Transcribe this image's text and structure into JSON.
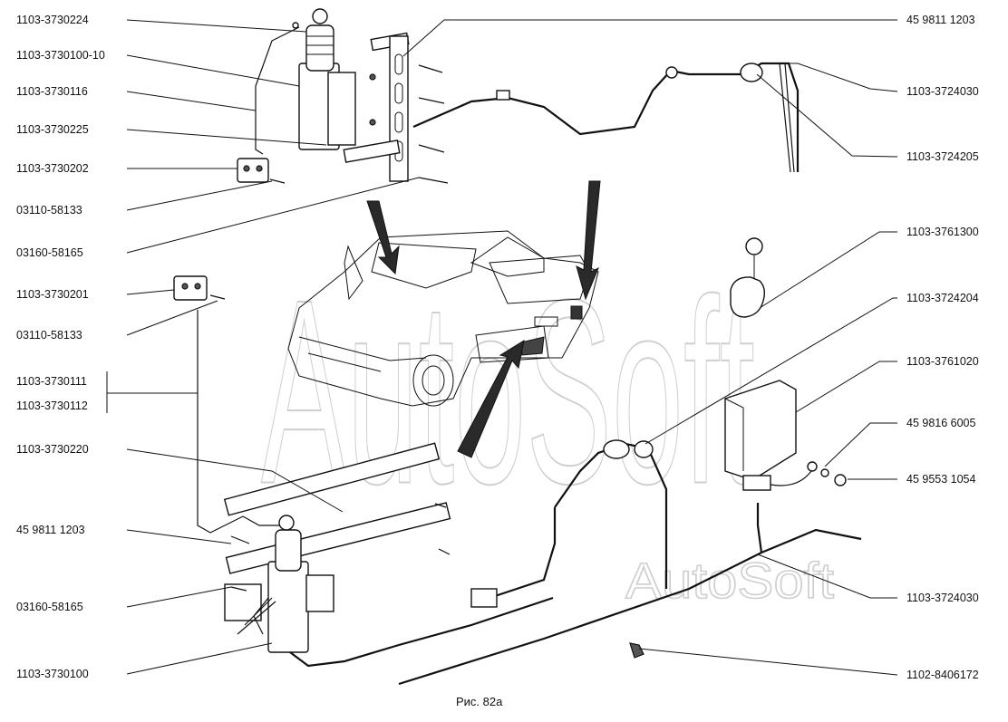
{
  "watermark": {
    "large": "AutoSoft",
    "small": "AutoSoft"
  },
  "caption": "Рис. 82а",
  "labels_left": [
    "1103-3730224",
    "1103-3730100-10",
    "1103-3730116",
    "1103-3730225",
    "1103-3730202",
    "03110-58133",
    "03160-58165",
    "1103-3730201",
    "03110-58133",
    "1103-3730111",
    "1103-3730112",
    "1103-3730220",
    "45 9811 1203",
    "03160-58165",
    "1103-3730100"
  ],
  "labels_right": [
    "45 9811 1203",
    "1103-3724030",
    "1103-3724205",
    "1103-3761300",
    "1103-3724204",
    "1103-3761020",
    "45 9816 6005",
    "45 9553 1054",
    "1103-3724030",
    "1102-8406172"
  ]
}
